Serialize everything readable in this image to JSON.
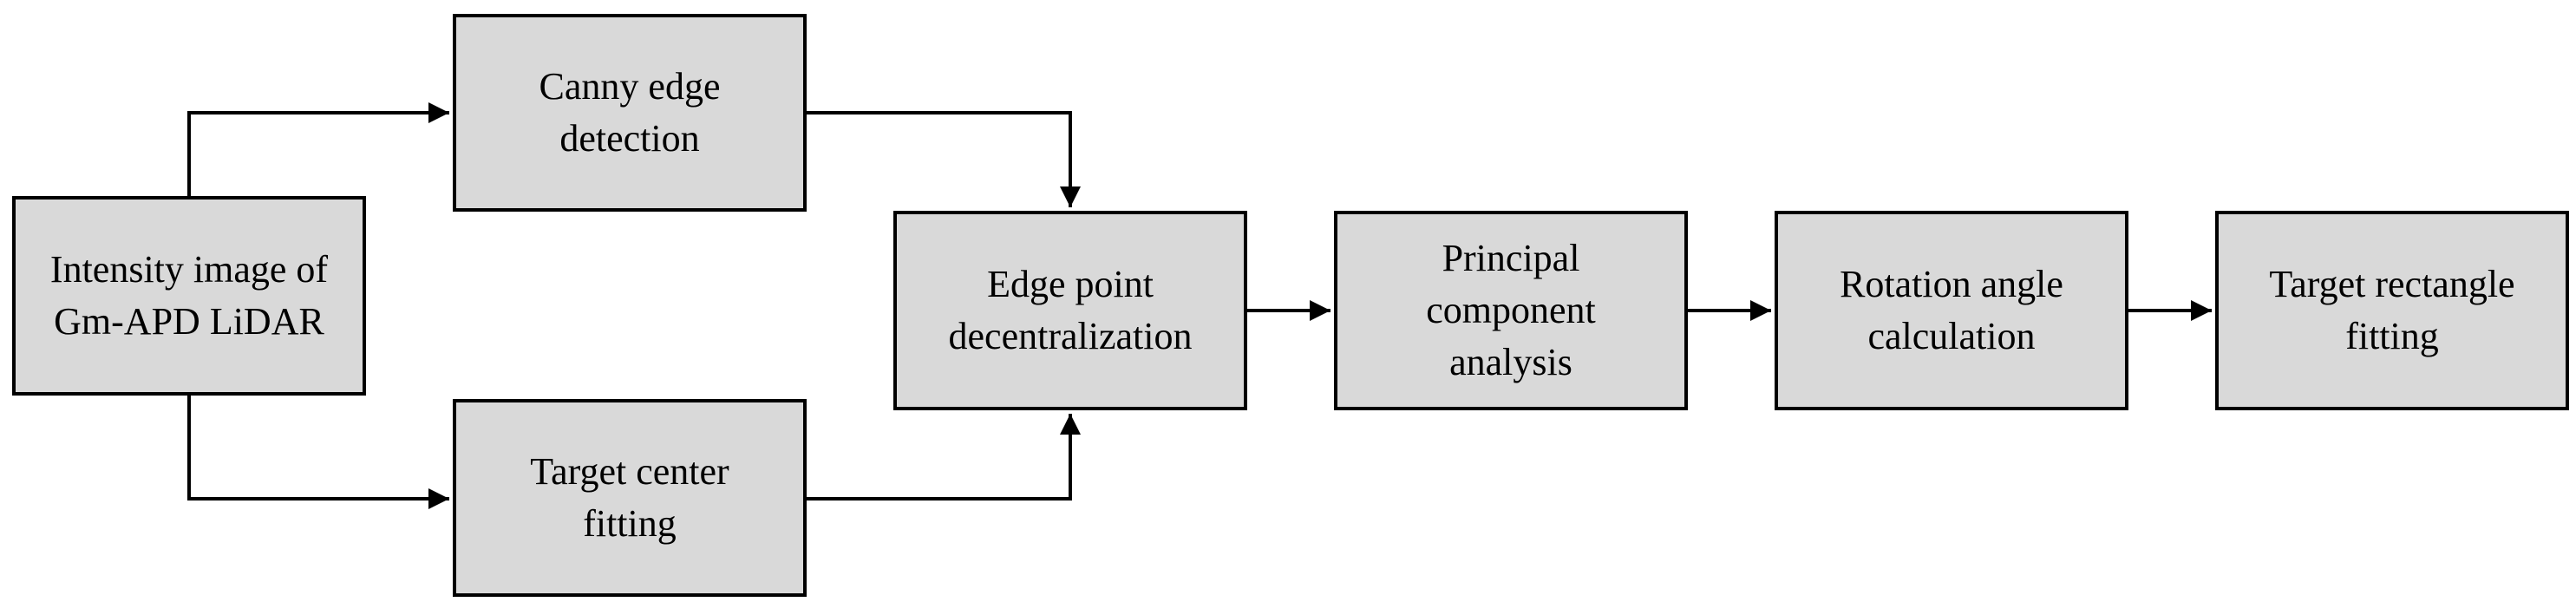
{
  "diagram": {
    "nodes": {
      "source": "Intensity image of\nGm-APD LiDAR",
      "canny": "Canny edge\ndetection",
      "center": "Target center\nfitting",
      "edge": "Edge point\ndecentralization",
      "pca": "Principal\ncomponent\nanalysis",
      "rotation": "Rotation angle\ncalculation",
      "rectangle": "Target rectangle\nfitting"
    },
    "edges": [
      [
        "source",
        "canny"
      ],
      [
        "source",
        "center"
      ],
      [
        "canny",
        "edge"
      ],
      [
        "center",
        "edge"
      ],
      [
        "edge",
        "pca"
      ],
      [
        "pca",
        "rotation"
      ],
      [
        "rotation",
        "rectangle"
      ]
    ],
    "colors": {
      "box_fill": "#d9d9d9",
      "stroke": "#000000"
    }
  }
}
